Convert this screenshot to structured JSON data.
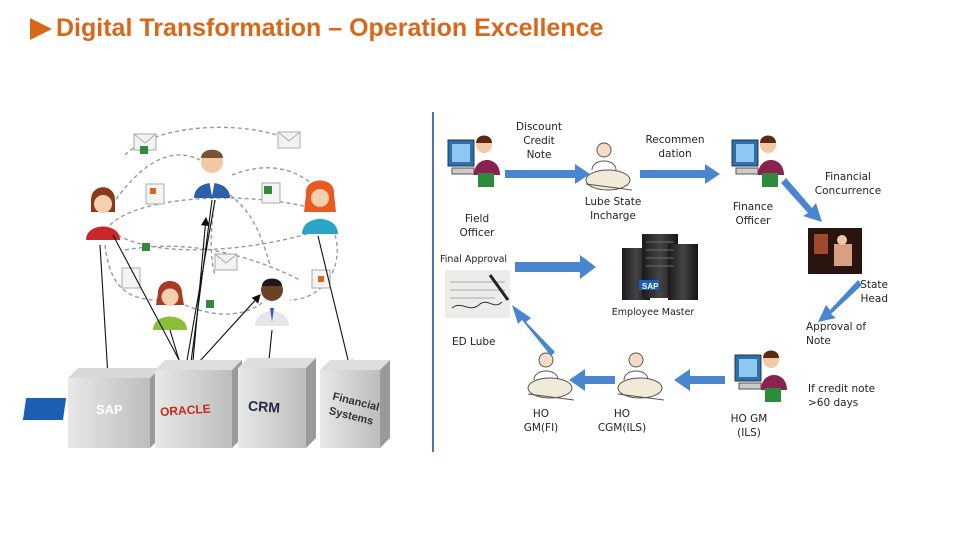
{
  "slide": {
    "title": "Digital Transformation – Operation Excellence"
  },
  "left_diagram": {
    "systems": [
      "SAP",
      "ORACLE",
      "CRM",
      "Financial\nSystems"
    ]
  },
  "workflow": {
    "labels": {
      "discount_credit_note": "Discount\nCredit\nNote",
      "recommendation": "Recommen\ndation",
      "financial_concurrence": "Financial\nConcurrence",
      "lube_state_incharge": "Lube State\nIncharge",
      "finance_officer": "Finance\nOfficer",
      "field_officer": "Field\nOfficer",
      "final_approval": "Final  Approval",
      "state_head": "State\nHead",
      "employee_master": "Employee Master",
      "approval_of_note": "Approval of\nNote",
      "ed_lube": "ED Lube",
      "if_credit_note": "If credit note\n>60 days",
      "ho_gm_fi": "HO\nGM(FI)",
      "ho_cgm_ils": "HO\nCGM(ILS)",
      "ho_gm_ils": "HO GM\n(ILS)"
    },
    "server_brand": "SAP",
    "colors": {
      "arrow": "#4a86d0",
      "accent": "#d9671a",
      "divider": "#4a74b4"
    }
  }
}
